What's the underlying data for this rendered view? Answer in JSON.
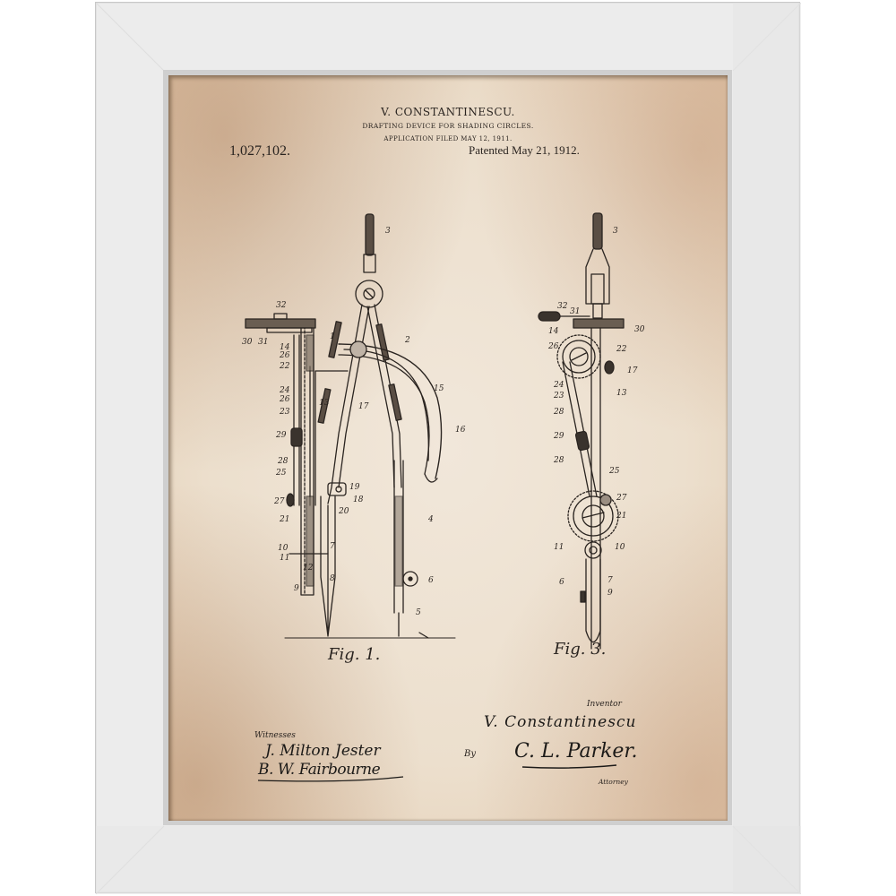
{
  "frame": {
    "color": "#ececec",
    "mat_bevel_color": "#cfcfcf",
    "paper_color": "#ecdfcd",
    "ink_color": "#2a2420"
  },
  "patent": {
    "inventor_header": "V. CONSTANTINESCU.",
    "title": "DRAFTING DEVICE FOR SHADING CIRCLES.",
    "application_filed": "APPLICATION FILED MAY 12, 1911.",
    "number": "1,027,102.",
    "patented_date": "Patented May 21, 1912."
  },
  "figures": [
    {
      "label": "Fig. 1.",
      "reference_numerals": [
        "1",
        "2",
        "3",
        "4",
        "5",
        "6",
        "7",
        "8",
        "9",
        "10",
        "11",
        "12",
        "13",
        "14",
        "15",
        "16",
        "17",
        "18",
        "19",
        "20",
        "21",
        "22",
        "23",
        "24",
        "25",
        "26",
        "27",
        "28",
        "29",
        "30",
        "31",
        "32"
      ]
    },
    {
      "label": "Fig. 3.",
      "reference_numerals": [
        "3",
        "6",
        "7",
        "9",
        "10",
        "11",
        "13",
        "14",
        "17",
        "21",
        "22",
        "23",
        "24",
        "25",
        "26",
        "27",
        "28",
        "29",
        "30",
        "31",
        "32"
      ]
    }
  ],
  "signatures": {
    "witnesses_label": "Witnesses",
    "witness_1": "J. Milton Jester",
    "witness_2": "B. W. Fairbourne",
    "inventor_label": "Inventor",
    "inventor_name": "V. Constantinescu",
    "by_label": "By",
    "attorney_name": "C. L. Parker.",
    "attorney_label": "Attorney"
  }
}
